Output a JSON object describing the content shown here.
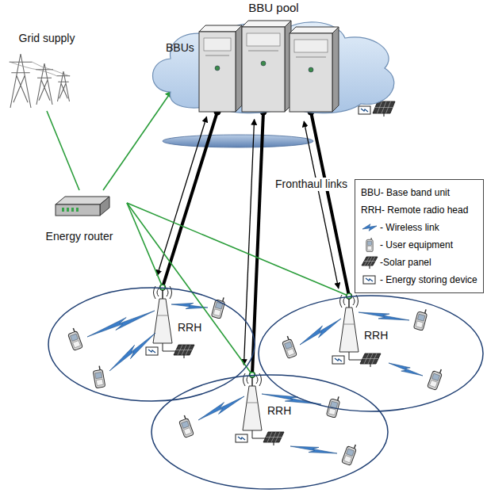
{
  "diagram": {
    "nodes": [
      {
        "text": [
          "BBU pool",
          "BBUs"
        ]
      },
      {
        "text": [
          "Grid supply"
        ]
      },
      {
        "text": [
          "Energy router"
        ]
      },
      {
        "text": [
          "RRH"
        ]
      },
      {
        "text": [
          "RRH"
        ]
      },
      {
        "text": [
          "RRH"
        ]
      }
    ],
    "edges": [
      {
        "from": 0,
        "to": 3,
        "arrow": "both"
      },
      {
        "from": 0,
        "to": 5,
        "arrow": "both"
      },
      {
        "from": 0,
        "to": 4,
        "arrow": "both"
      },
      {
        "from": 1,
        "to": 2,
        "arrow": "none"
      },
      {
        "from": 2,
        "to": 0,
        "arrow": "to"
      },
      {
        "from": 2,
        "to": 3,
        "arrow": "none"
      },
      {
        "from": 2,
        "to": 5,
        "arrow": "none"
      },
      {
        "from": 2,
        "to": 4,
        "arrow": "none"
      }
    ],
    "labels": [
      "Fronthaul links"
    ],
    "legend": [
      {
        "text": "BBU- Base band unit"
      },
      {
        "text": "RRH- Remote radio head"
      },
      {
        "text": "- Wireless link"
      },
      {
        "text": "- User equipment"
      },
      {
        "text": "-Solar panel"
      },
      {
        "text": "- Energy storing device"
      }
    ]
  }
}
